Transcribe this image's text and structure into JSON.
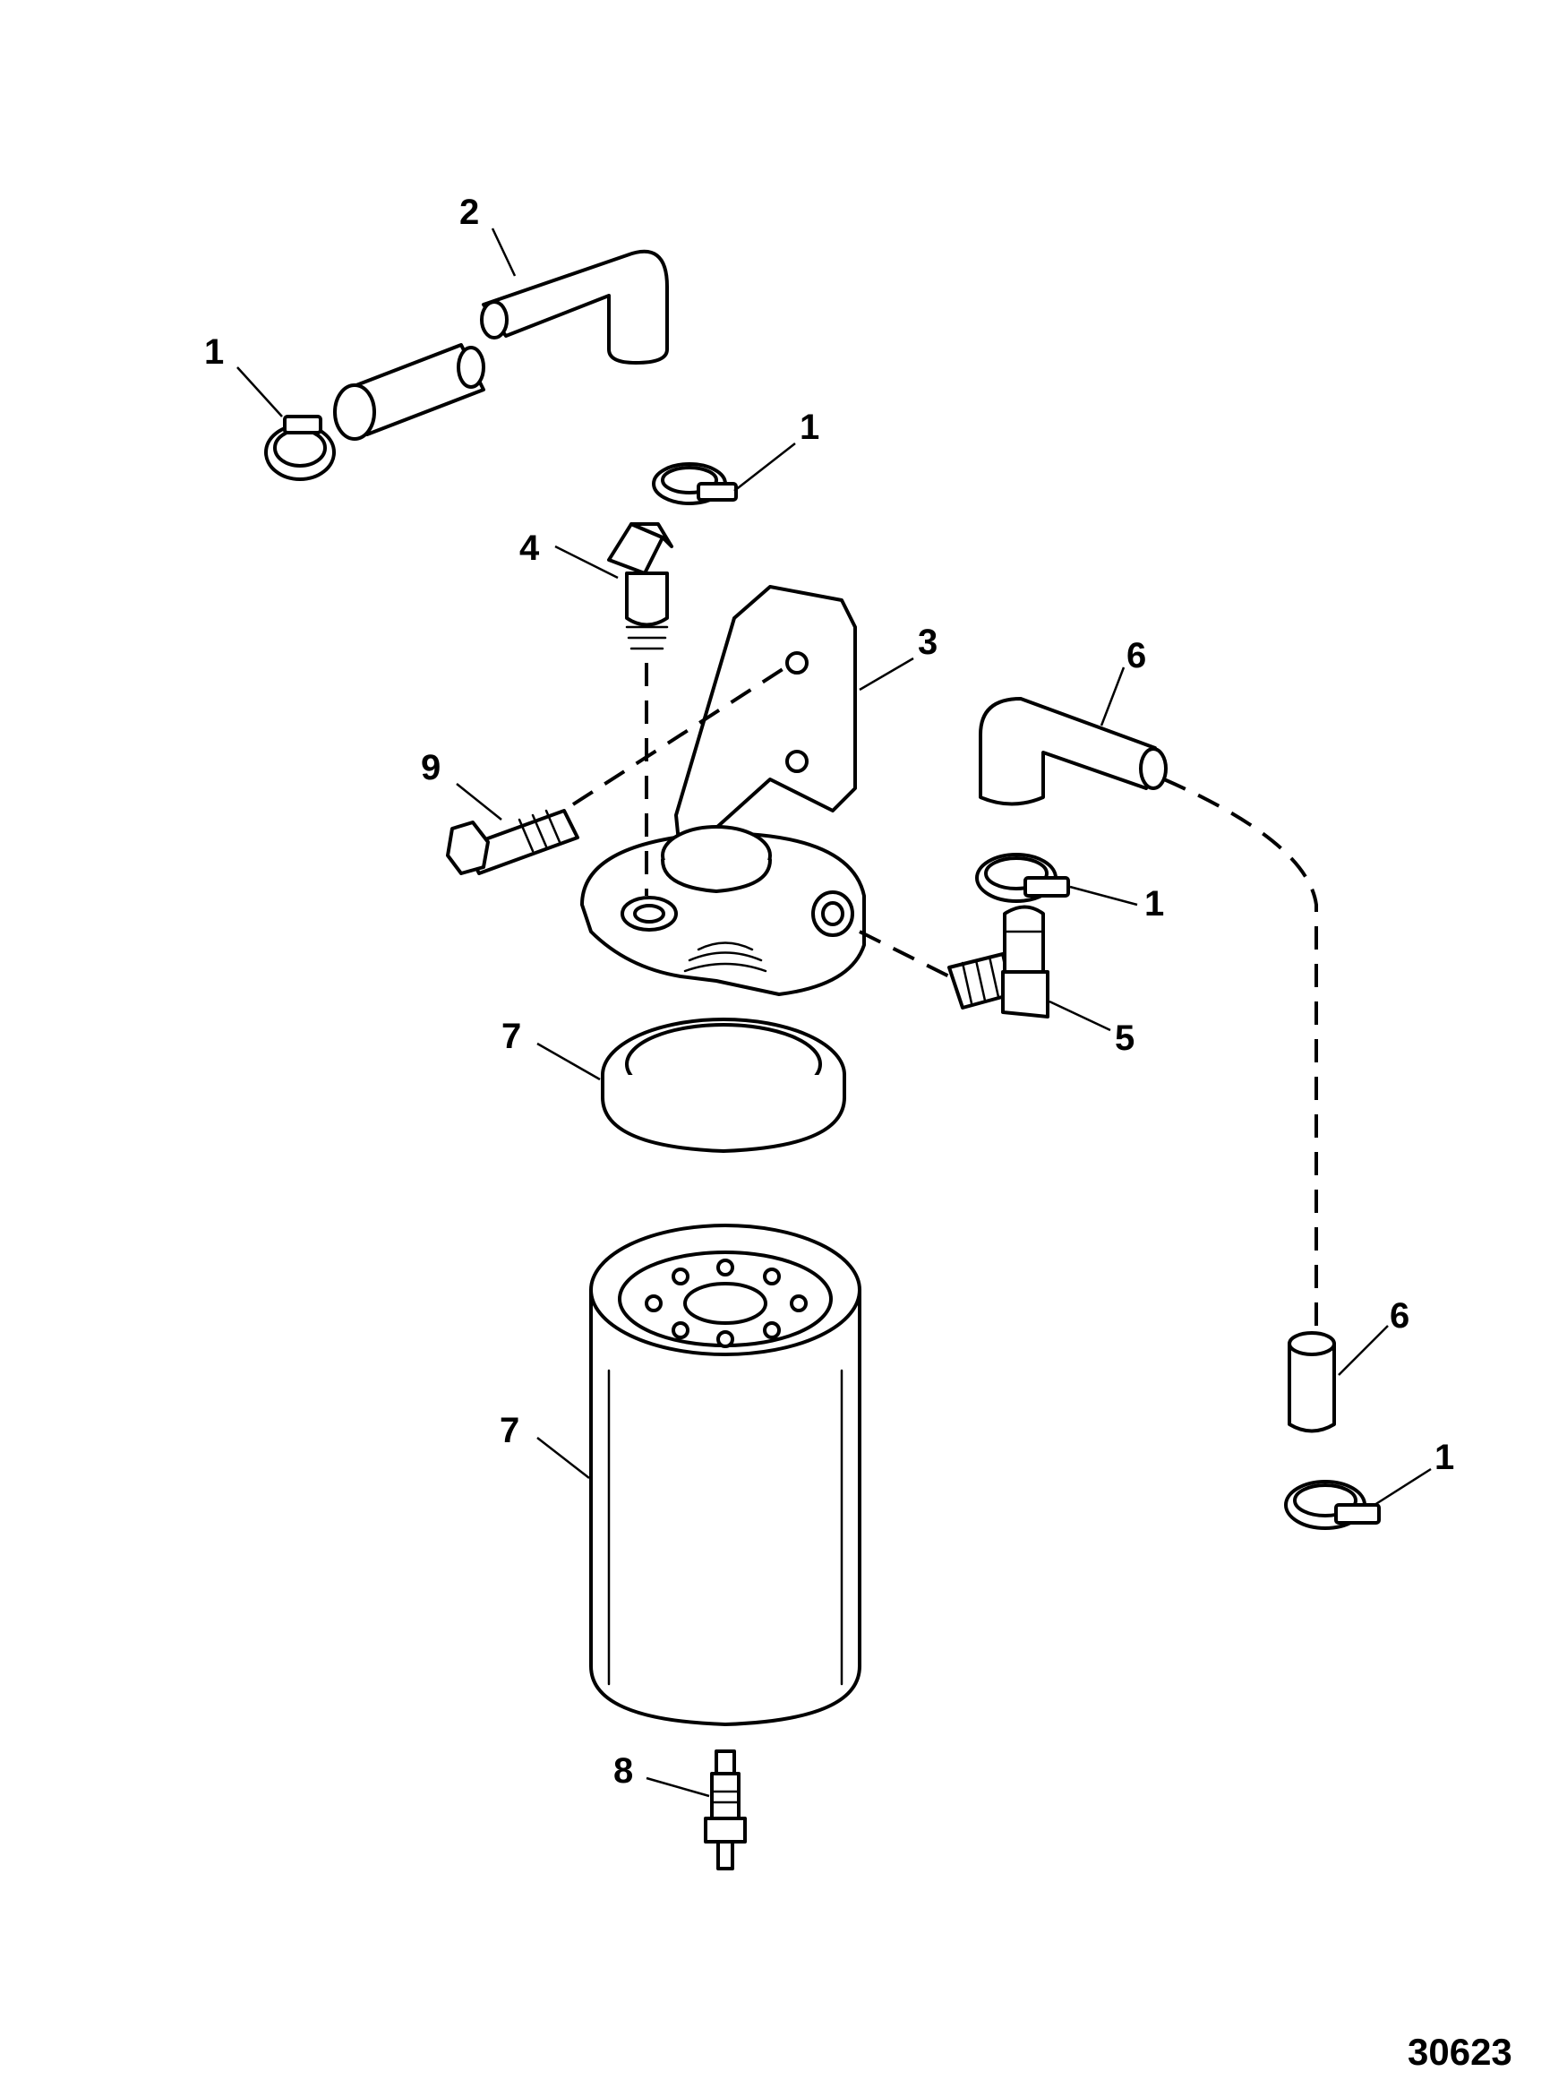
{
  "diagram": {
    "callouts": {
      "c1a": "1",
      "c2": "2",
      "c1b": "1",
      "c4": "4",
      "c3": "3",
      "c6a": "6",
      "c9": "9",
      "c1c": "1",
      "c5": "5",
      "c7a": "7",
      "c6b": "6",
      "c7b": "7",
      "c1d": "1",
      "c8": "8"
    },
    "figure_number": "30623"
  }
}
